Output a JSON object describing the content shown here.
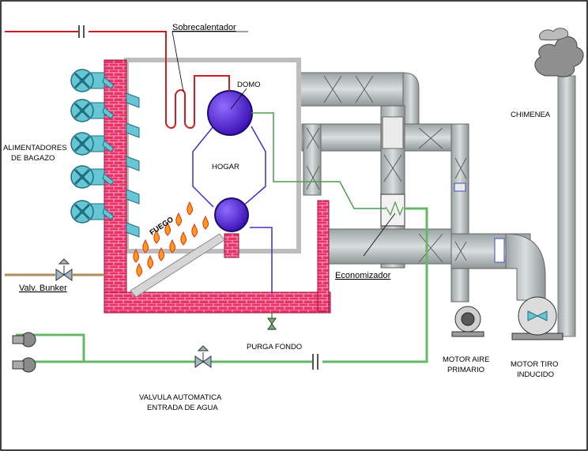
{
  "labels": {
    "sobrecalentador": "Sobrecalentador",
    "domo": "DOMO",
    "hogar": "HOGAR",
    "fuego": "FUEGO",
    "alimentadores_1": "ALIMENTADORES",
    "alimentadores_2": "DE BAGAZO",
    "valv_bunker": "Valv. Bunker",
    "economizador": "Economizador",
    "purga_fondo": "PURGA FONDO",
    "valvula_1": "VALVULA AUTOMATICA",
    "valvula_2": "ENTRADA DE AGUA",
    "motor_aire_1": "MOTOR AIRE",
    "motor_aire_2": "PRIMARIO",
    "motor_tiro_1": "MOTOR TIRO",
    "motor_tiro_2": "INDUCIDO",
    "chimenea": "CHIMENEA"
  },
  "colors": {
    "brick": "#e8336a",
    "drum": "#5a22d6",
    "steam_line": "#cc1f1f",
    "water_line": "#66b866",
    "duct": "#b9c2c2",
    "fan_blue": "#66c6d4"
  },
  "icons": [
    "fan-icon",
    "valve-icon",
    "pump-icon",
    "flame-icon",
    "smoke-icon",
    "motor-icon"
  ]
}
